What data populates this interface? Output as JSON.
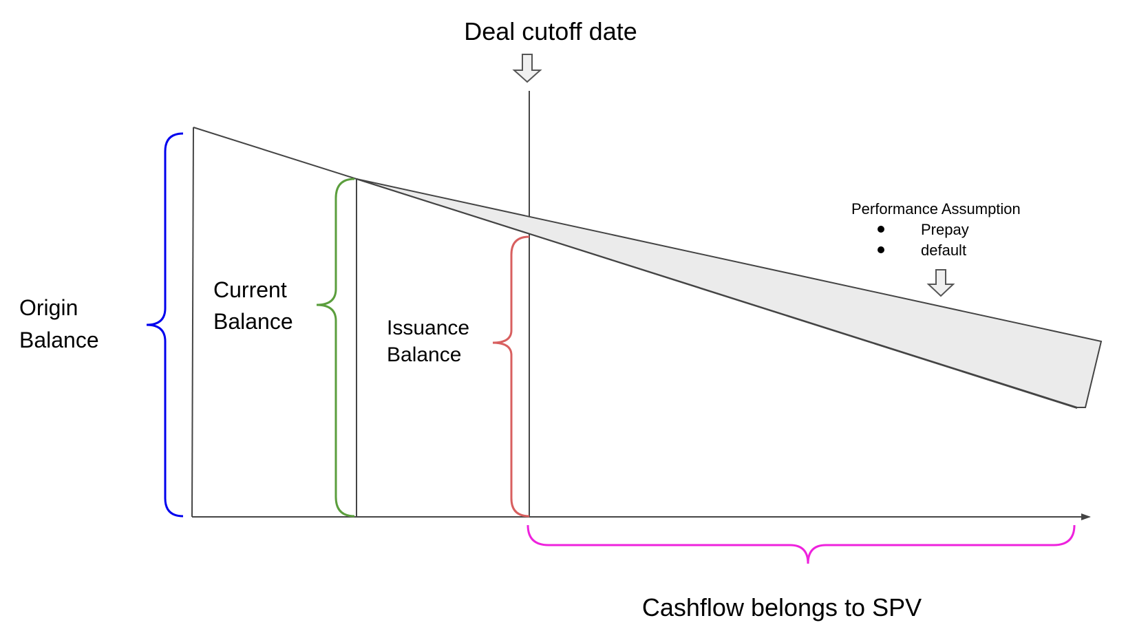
{
  "labels": {
    "deal_cutoff": "Deal cutoff date",
    "origin_balance_line1": "Origin",
    "origin_balance_line2": "Balance",
    "current_balance_line1": "Current",
    "current_balance_line2": "Balance",
    "issuance_balance_line1": "Issuance",
    "issuance_balance_line2": "Balance",
    "performance_title": "Performance Assumption",
    "cashflow": "Cashflow belongs to SPV"
  },
  "performance_items": [
    "Prepay",
    "default"
  ],
  "colors": {
    "origin_brace": "#0000ee",
    "current_brace": "#5b9e3d",
    "issuance_brace": "#d85f5f",
    "cashflow_brace": "#ee22dd",
    "wedge_fill": "#ebebeb",
    "line": "#444444"
  },
  "icons": {
    "cutoff_arrow": "down-arrow-icon",
    "performance_arrow": "down-arrow-icon"
  }
}
